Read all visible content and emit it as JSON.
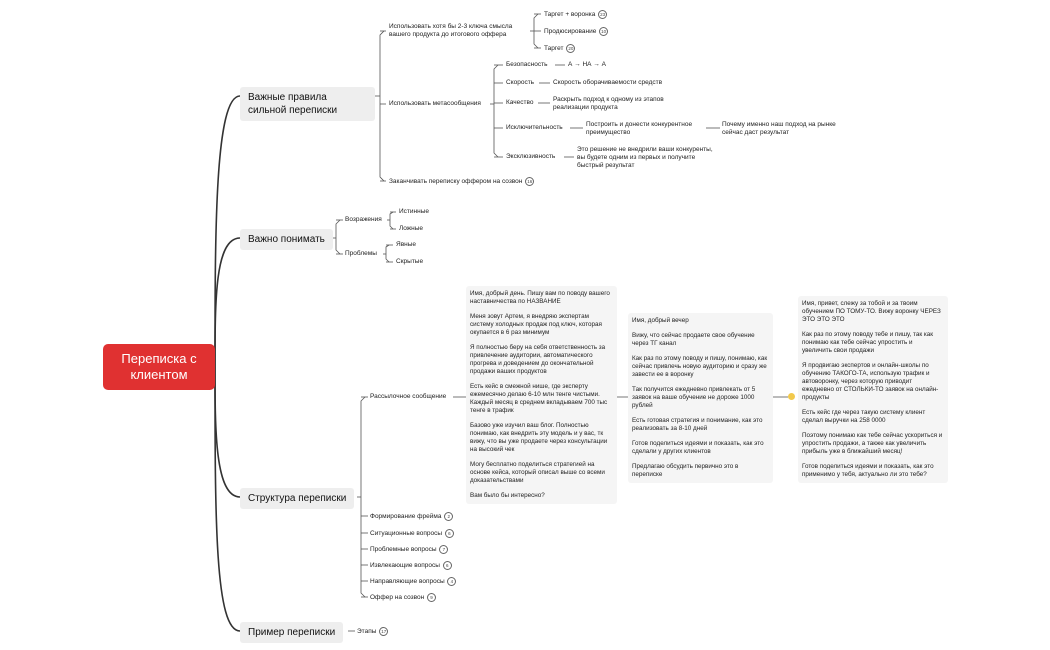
{
  "root": {
    "label": "Переписка с клиентом"
  },
  "branches": {
    "rules": {
      "label": "Важные правила сильной переписки",
      "use_keys": {
        "label": "Использовать хотя бы 2-3 ключа смысла вашего продукта до итогового оффера",
        "items": [
          {
            "label": "Таргет + воронка",
            "badge": "23"
          },
          {
            "label": "Продюсирование",
            "badge": "10"
          },
          {
            "label": "Таргет",
            "badge": "20"
          }
        ]
      },
      "meta": {
        "label": "Использовать метасообщения",
        "items": [
          {
            "label": "Безопасность",
            "detail": "А → НА → А"
          },
          {
            "label": "Скорость",
            "detail": "Скорость оборачиваемости средств"
          },
          {
            "label": "Качество",
            "detail": "Раскрыть подход к одному из этапов реализации продукта"
          },
          {
            "label": "Исключительность",
            "detail": "Построить и донести конкурентное преимущество",
            "detail2": "Почему именно наш подход на рынке сейчас даст результат"
          },
          {
            "label": "Эксклюзивность",
            "detail": "Это решение не внедрили ваши конкуренты, вы будете одним из первых и получите быстрый результат"
          }
        ]
      },
      "finish": {
        "label": "Заканчивать переписку оффером на созвон",
        "badge": "16"
      }
    },
    "understand": {
      "label": "Важно понимать",
      "objections": {
        "label": "Возражения",
        "items": [
          "Истинные",
          "Ложные"
        ]
      },
      "problems": {
        "label": "Проблемы",
        "items": [
          "Явные",
          "Скрытые"
        ]
      }
    },
    "structure": {
      "label": "Структура переписки",
      "mailing": {
        "label": "Рассылочное сообщение",
        "msg1": [
          "Имя, добрый день. Пишу вам по поводу вашего наставничества по НАЗВАНИЕ",
          "Меня зовут Артем, я внедряю экспертам систему холодных продаж под ключ, которая окупается в 6 раз минимум",
          "Я полностью беру на себя ответственность за привлечение аудитории, автоматического прогрева и доведением до окончательной продажи ваших продуктов",
          "Есть кейс в смежной нише, где эксперту ежемесячно делаю 6-10 млн тенге чистыми. Каждый месяц в среднем вкладываем 700 тыс тенге в трафик",
          "Базово уже изучил ваш блог. Полностью понимаю, как внедрить эту модель и у вас, тк вижу, что вы уже продаете через консультации на высокий чек",
          "Могу бесплатно поделиться стратегией на основе кейса, который описал выше со всеми доказательствами",
          "Вам было бы интересно?"
        ],
        "msg2": [
          "Имя, добрый вечер",
          "Вижу, что сейчас продаете свое обучение через ТГ канал",
          "Как раз по этому поводу и пишу, понимаю, как сейчас привлечь новую аудиторию и сразу же завести ее в воронку",
          "Так получится ежедневно привлекать от 5 заявок на ваше обучение не дороже 1000 рублей",
          "Есть готовая стратегия и понимание, как это реализовать за 8-10 дней",
          "Готов поделиться идеями и показать, как это сделали у других клиентов",
          "Предлагаю обсудить первично это в переписке"
        ],
        "msg3": [
          "Имя, привет, слежу за тобой и за твоим обучением ПО ТОМУ-ТО. Вижу воронку ЧЕРЕЗ ЭТО ЭТО ЭТО",
          "Как раз по этому поводу тебе и пишу, так как понимаю как тебе сейчас упростить и увеличить свои продажи",
          "Я продвигаю экспертов и онлайн-школы по обучению ТАКОГО-ТА, использую трафик и автоворонку, через которую приводит ежедневно от СТОЛЬКИ-ТО заявок на онлайн-продукты",
          "Есть кейс где через такую систему клиент сделал выручки на 258 0000",
          "Поэтому понимаю как тебе сейчас ускориться и упростить продажи, а также как увеличить прибыль уже в ближайший месяц!",
          "Готов поделиться идеями и показать, как это применимо у тебя, актуально ли это тебе?"
        ]
      },
      "items": [
        {
          "label": "Формирование фрейма",
          "badge": "2"
        },
        {
          "label": "Ситуационные вопросы",
          "badge": "6"
        },
        {
          "label": "Проблемные вопросы",
          "badge": "7"
        },
        {
          "label": "Извлекающие вопросы",
          "badge": "6"
        },
        {
          "label": "Направляющие вопросы",
          "badge": "4"
        },
        {
          "label": "Оффер на созвон",
          "badge": "9"
        }
      ]
    },
    "example": {
      "label": "Пример переписки",
      "stages": {
        "label": "Этапы",
        "badge": "17"
      }
    }
  },
  "colors": {
    "root": "#e03131",
    "line": "#333333",
    "node_bg": "#eeeeee",
    "dot": "#f2c94c"
  }
}
